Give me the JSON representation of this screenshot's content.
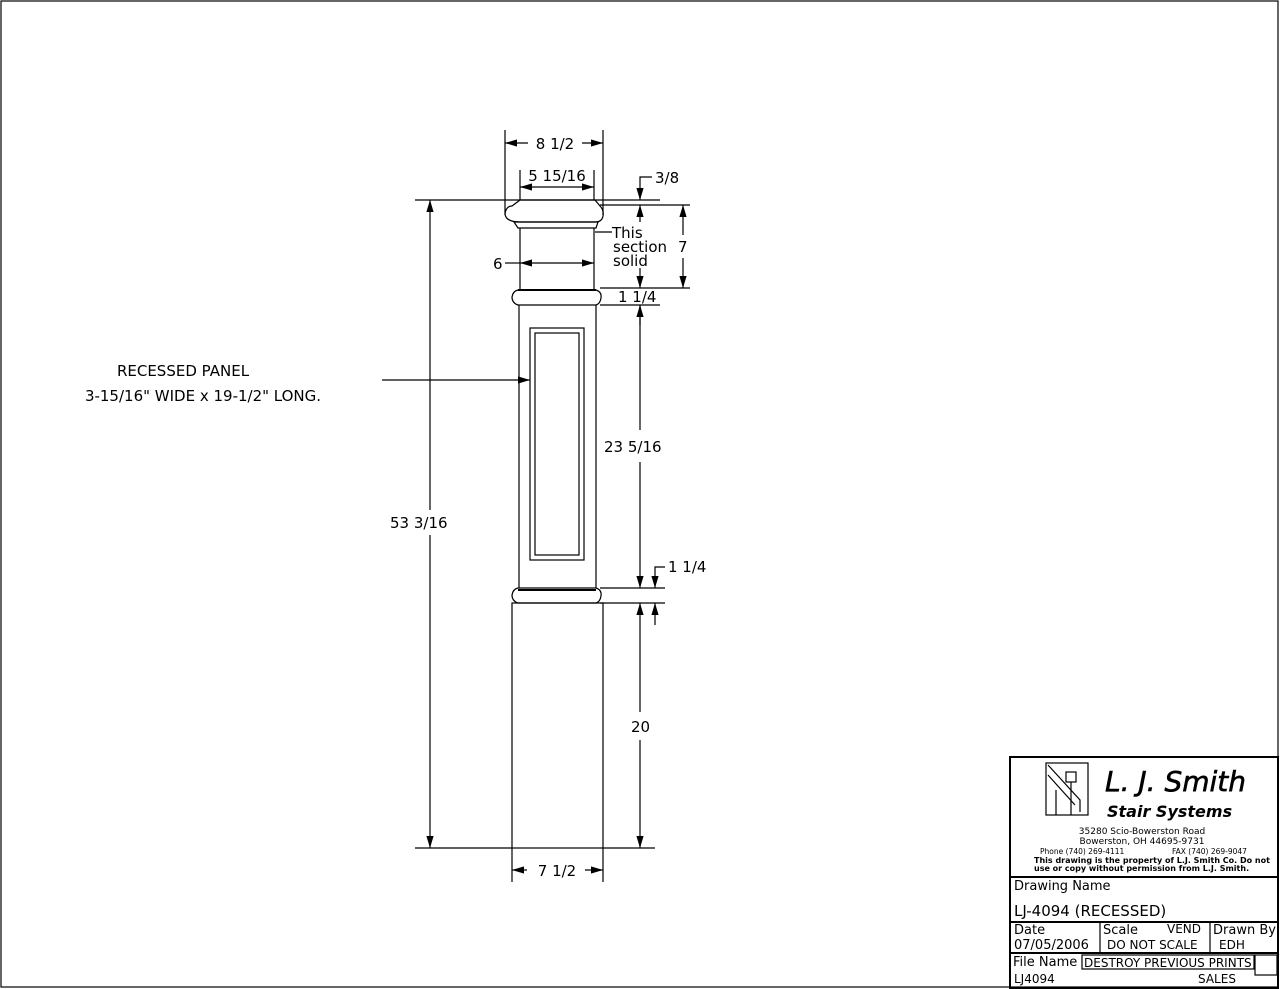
{
  "dimensions": {
    "cap_width": "8 1/2",
    "cap_top_width": "5 15/16",
    "cap_height": "3/8",
    "solid_section_height": "7",
    "solid_section_note": [
      "This",
      "section",
      "solid"
    ],
    "neck_width": "6",
    "upper_collar": "1 1/4",
    "panel_section": "23 5/16",
    "lower_collar": "1 1/4",
    "base_height": "20",
    "base_width": "7 1/2",
    "overall_height": "53 3/16"
  },
  "panel_label": [
    "RECESSED PANEL",
    "3-15/16\" WIDE x 19-1/2\" LONG."
  ],
  "title_block": {
    "company_line1": "L. J. Smith",
    "company_line2": "Stair Systems",
    "address1": "35280 Scio-Bowerston Road",
    "address2": "Bowerston, OH 44695-9731",
    "phone": "Phone (740) 269-4111",
    "fax": "FAX (740) 269-9047",
    "notice1": "This drawing is the property of L.J. Smith Co. Do not",
    "notice2": "use or copy without permission from L.J. Smith.",
    "drawing_name_label": "Drawing Name",
    "drawing_name": "LJ-4094 (RECESSED)",
    "date_label": "Date",
    "date": "07/05/2006",
    "scale_label": "Scale",
    "vend": "VEND",
    "scale": "DO NOT SCALE",
    "drawn_by_label": "Drawn By",
    "drawn_by": "EDH",
    "file_name_label": "File Name",
    "file_name": "LJ4094",
    "destroy": "DESTROY PREVIOUS PRINTS",
    "sales": "SALES"
  }
}
